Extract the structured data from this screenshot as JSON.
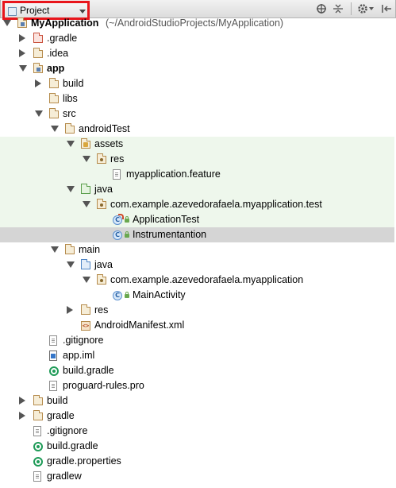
{
  "toolbar": {
    "view_selector": "Project",
    "icons": [
      "scroll-from-source-icon",
      "collapse-all-icon",
      "settings-icon",
      "hide-icon"
    ]
  },
  "colors": {
    "highlight_border": "#e8151b",
    "test_background": "#eef7ec",
    "selected_background": "#d5d5d5"
  },
  "tree": [
    {
      "label": "MyApplication",
      "path": "(~/AndroidStudioProjects/MyApplication)",
      "depth": 0,
      "toggle": "open",
      "icon": "module-folder-icon",
      "bold": true
    },
    {
      "label": ".gradle",
      "depth": 1,
      "toggle": "closed",
      "icon": "folder-red-icon"
    },
    {
      "label": ".idea",
      "depth": 1,
      "toggle": "closed",
      "icon": "folder-icon"
    },
    {
      "label": "app",
      "depth": 1,
      "toggle": "open",
      "icon": "module-folder-icon",
      "bold": true
    },
    {
      "label": "build",
      "depth": 2,
      "toggle": "closed",
      "icon": "folder-icon"
    },
    {
      "label": "libs",
      "depth": 2,
      "toggle": "none",
      "icon": "folder-icon"
    },
    {
      "label": "src",
      "depth": 2,
      "toggle": "open",
      "icon": "folder-icon"
    },
    {
      "label": "androidTest",
      "depth": 3,
      "toggle": "open",
      "icon": "folder-icon"
    },
    {
      "label": "assets",
      "depth": 4,
      "toggle": "open",
      "icon": "assets-folder-icon",
      "green": true
    },
    {
      "label": "res",
      "depth": 5,
      "toggle": "open",
      "icon": "package-icon",
      "green": true
    },
    {
      "label": "myapplication.feature",
      "depth": 6,
      "toggle": "none",
      "icon": "file-icon",
      "green": true
    },
    {
      "label": "java",
      "depth": 4,
      "toggle": "open",
      "icon": "folder-green-icon",
      "green": true
    },
    {
      "label": "com.example.azevedorafaela.myapplication.test",
      "depth": 5,
      "toggle": "open",
      "icon": "package-icon",
      "green": true
    },
    {
      "label": "ApplicationTest",
      "depth": 6,
      "toggle": "none",
      "icon": "test-class-icon",
      "green": true
    },
    {
      "label": "Instrumentantion",
      "depth": 6,
      "toggle": "none",
      "icon": "class-icon",
      "selected": true
    },
    {
      "label": "main",
      "depth": 3,
      "toggle": "open",
      "icon": "folder-icon"
    },
    {
      "label": "java",
      "depth": 4,
      "toggle": "open",
      "icon": "folder-blue-icon"
    },
    {
      "label": "com.example.azevedorafaela.myapplication",
      "depth": 5,
      "toggle": "open",
      "icon": "package-icon"
    },
    {
      "label": "MainActivity",
      "depth": 6,
      "toggle": "none",
      "icon": "class-icon"
    },
    {
      "label": "res",
      "depth": 4,
      "toggle": "closed",
      "icon": "folder-icon"
    },
    {
      "label": "AndroidManifest.xml",
      "depth": 4,
      "toggle": "none",
      "icon": "xml-file-icon"
    },
    {
      "label": ".gitignore",
      "depth": 2,
      "toggle": "none",
      "icon": "file-icon"
    },
    {
      "label": "app.iml",
      "depth": 2,
      "toggle": "none",
      "icon": "iml-file-icon"
    },
    {
      "label": "build.gradle",
      "depth": 2,
      "toggle": "none",
      "icon": "gradle-icon"
    },
    {
      "label": "proguard-rules.pro",
      "depth": 2,
      "toggle": "none",
      "icon": "file-icon"
    },
    {
      "label": "build",
      "depth": 1,
      "toggle": "closed",
      "icon": "folder-icon"
    },
    {
      "label": "gradle",
      "depth": 1,
      "toggle": "closed",
      "icon": "folder-icon"
    },
    {
      "label": ".gitignore",
      "depth": 1,
      "toggle": "none",
      "icon": "file-icon"
    },
    {
      "label": "build.gradle",
      "depth": 1,
      "toggle": "none",
      "icon": "gradle-icon"
    },
    {
      "label": "gradle.properties",
      "depth": 1,
      "toggle": "none",
      "icon": "gradle-icon"
    },
    {
      "label": "gradlew",
      "depth": 1,
      "toggle": "none",
      "icon": "file-icon"
    }
  ]
}
